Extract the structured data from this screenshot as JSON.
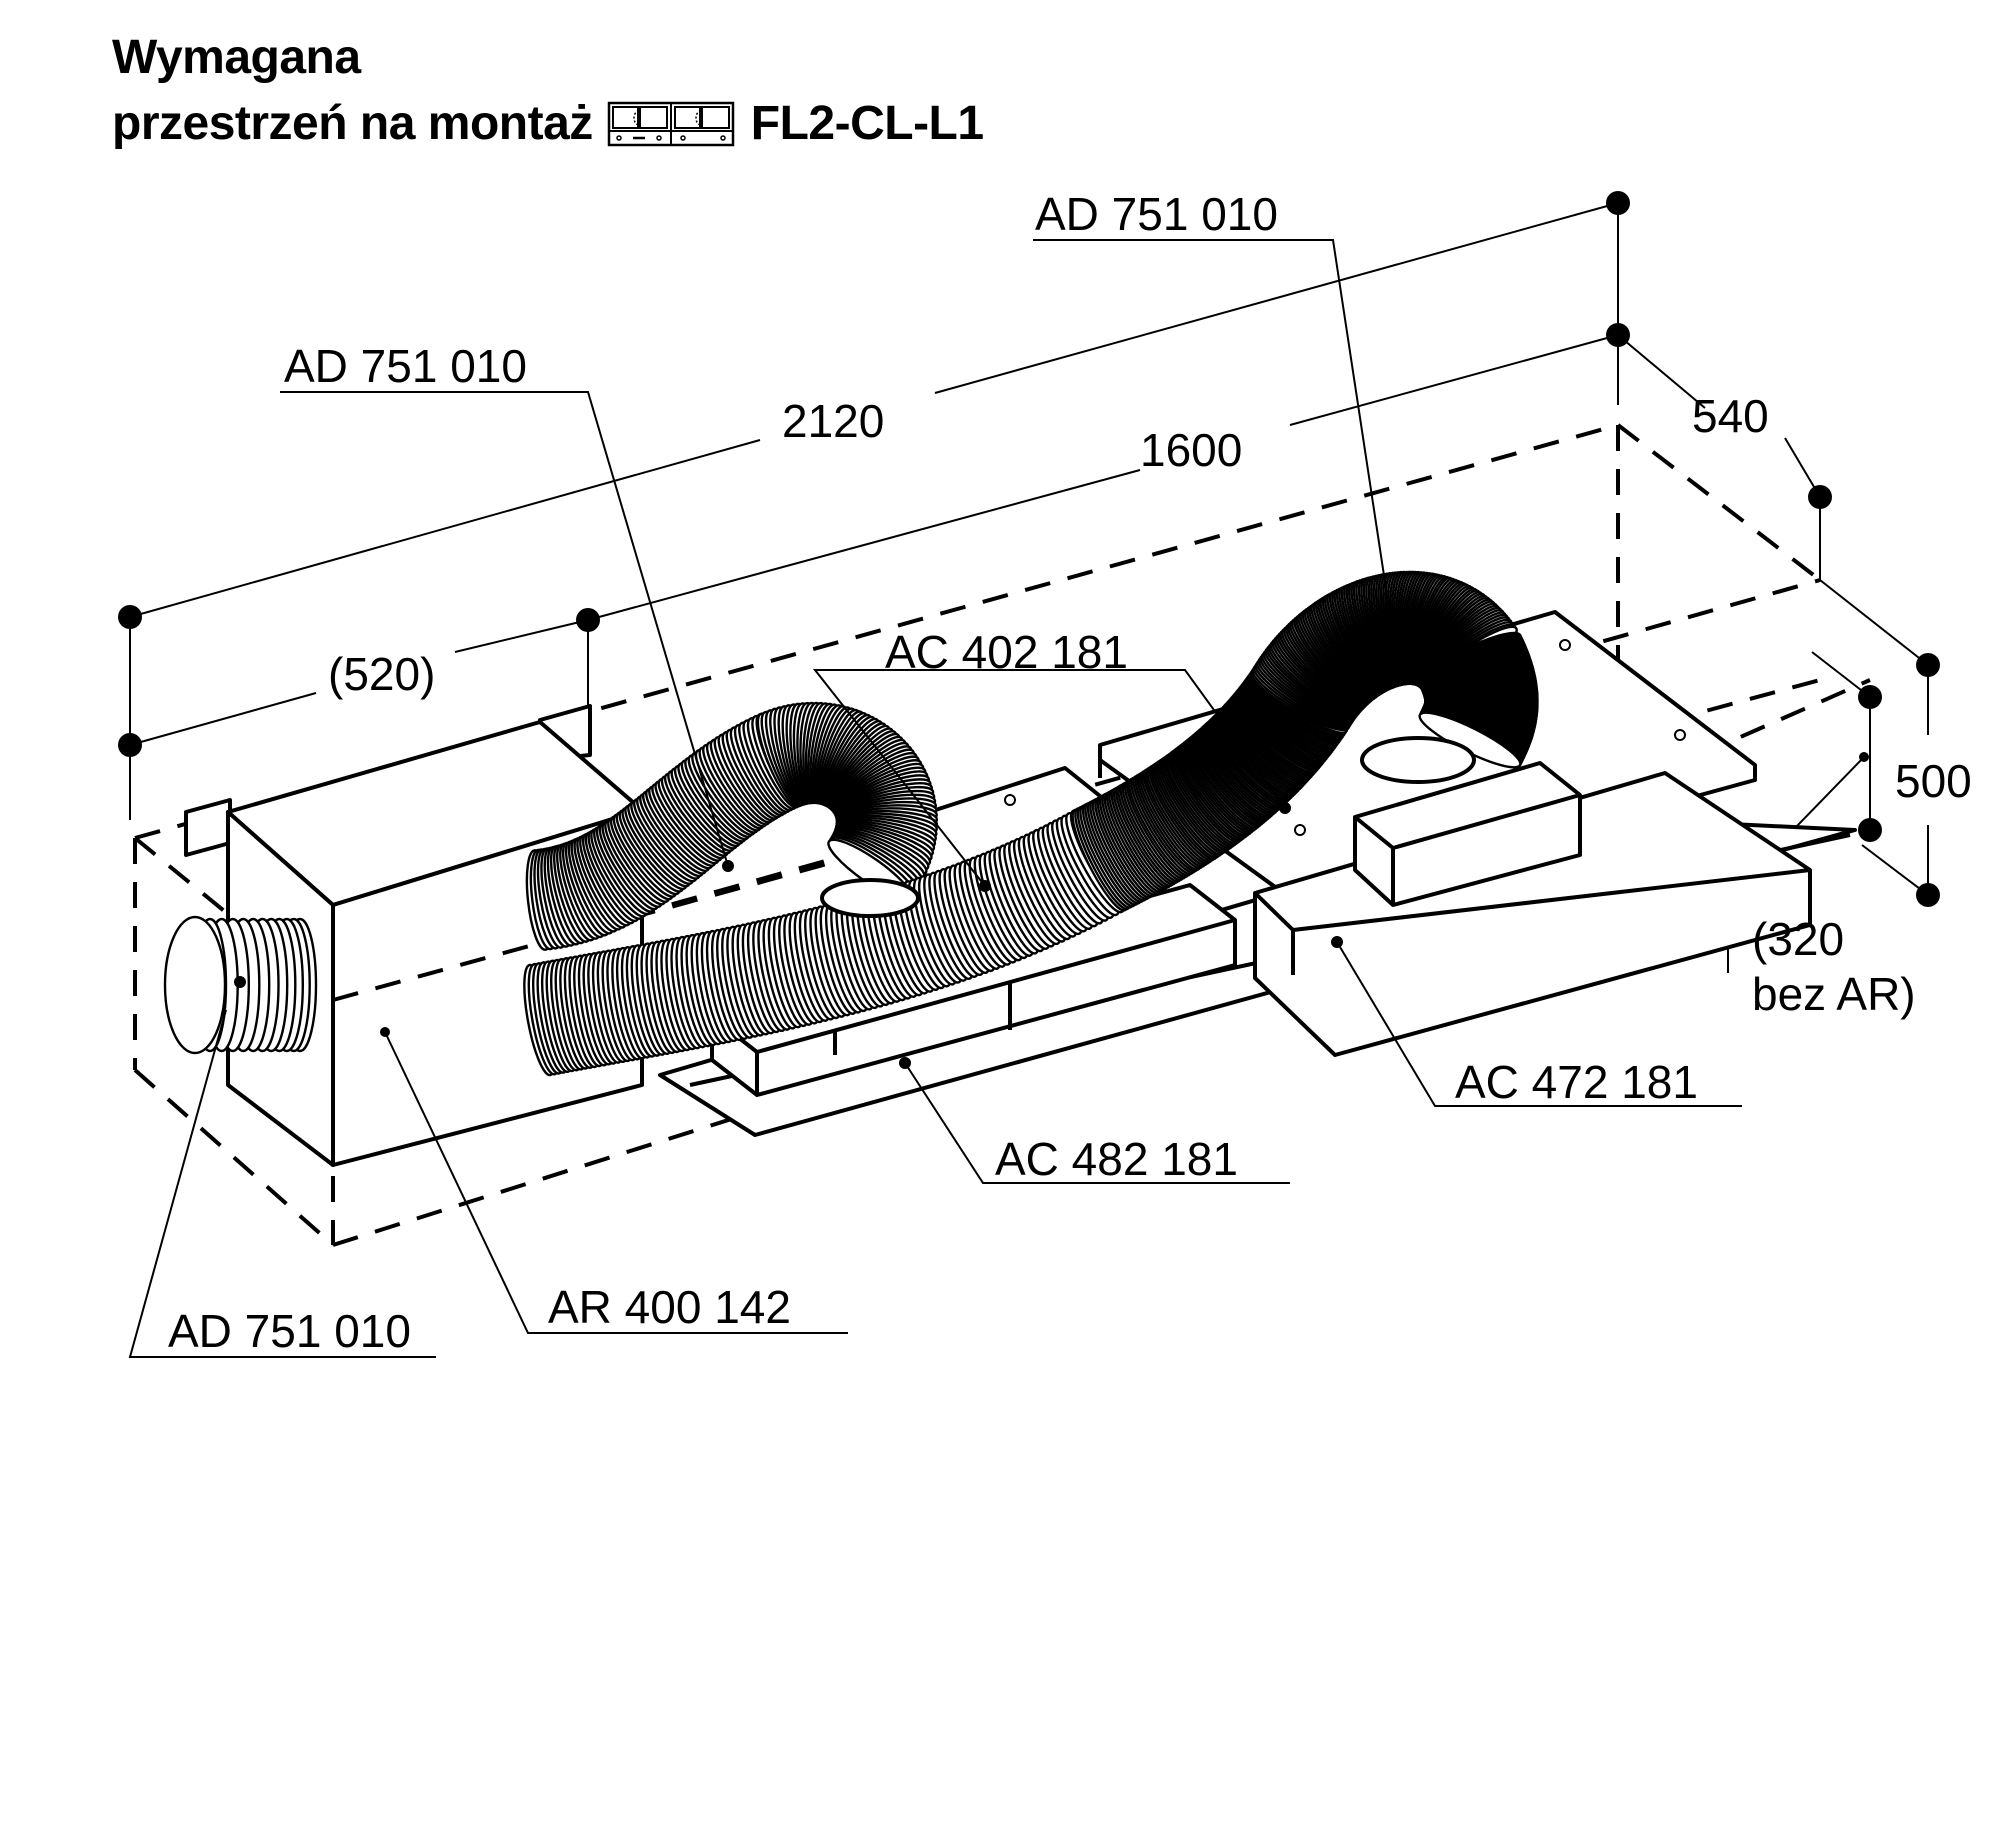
{
  "title": {
    "line1": "Wymagana",
    "line2": "przestrzeń na montaż",
    "model": "FL2-CL-L1",
    "icon": "cooktop-hob-icon"
  },
  "dimensions": {
    "overall_length": "2120",
    "inner_length": "1600",
    "side_offset": "(520)",
    "depth": "540",
    "height": "500",
    "height_alt_line1": "(320",
    "height_alt_line2": "bez AR)"
  },
  "parts": {
    "duct_top_right": "AD 751 010",
    "duct_top_left": "AD 751 010",
    "duct_bottom_left": "AD 751 010",
    "plenum_box": "AR 400 142",
    "module_center": "AC 402 181",
    "module_front_left": "AC 482 181",
    "module_front_right": "AC 472 181"
  }
}
